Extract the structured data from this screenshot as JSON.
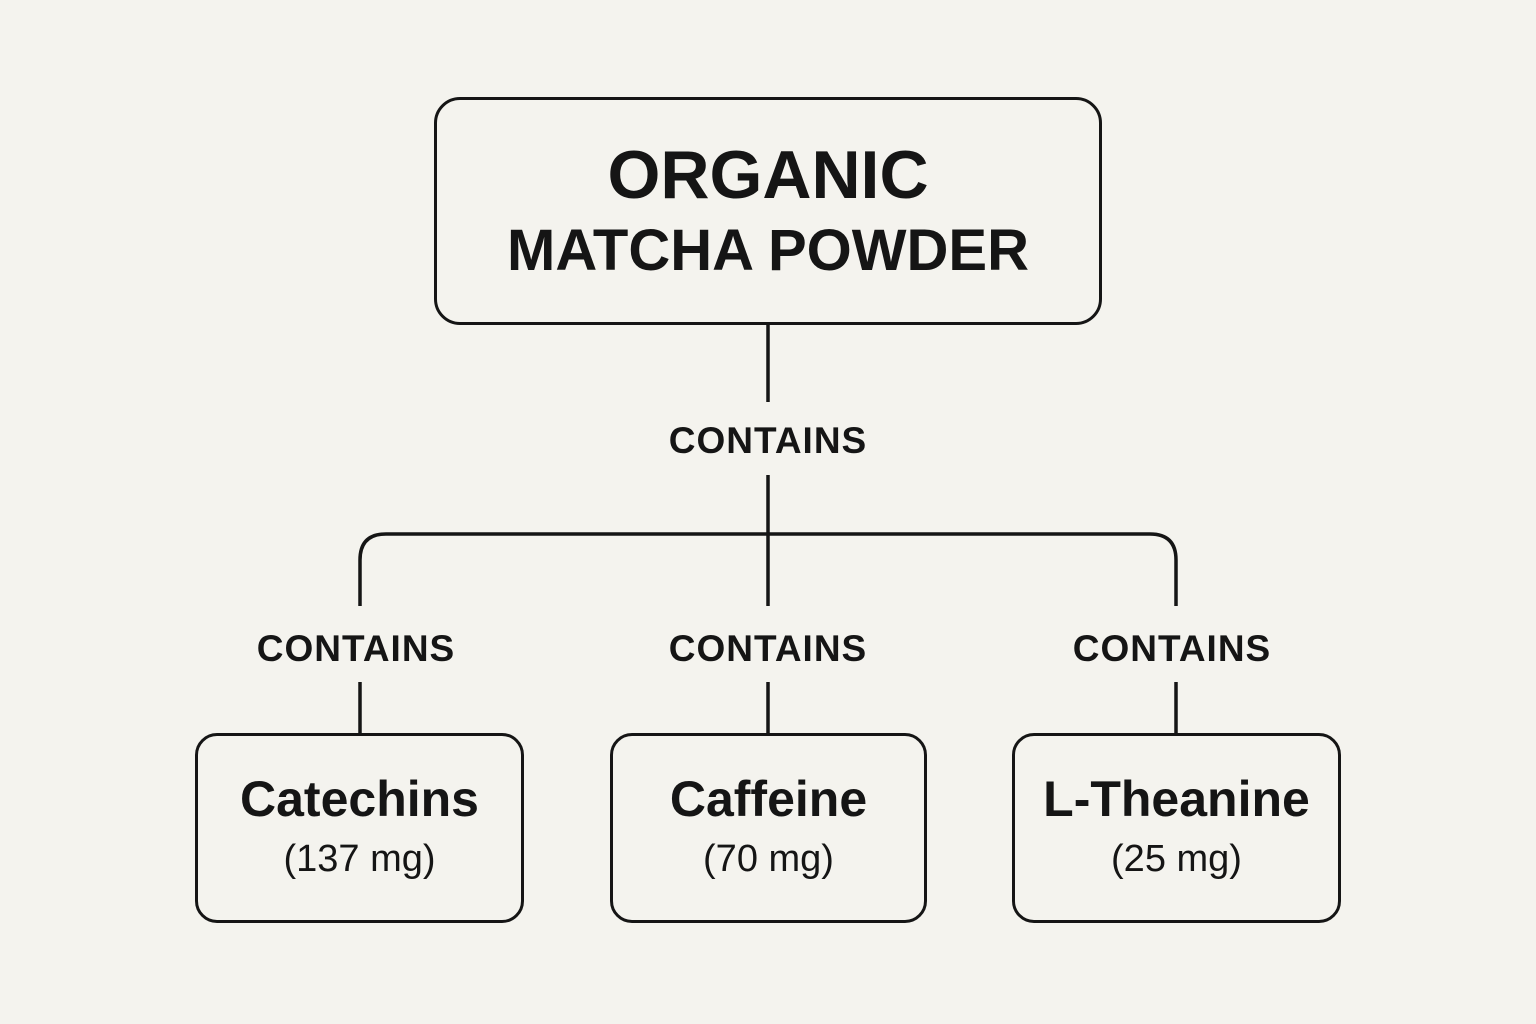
{
  "root": {
    "line1": "ORGANIC",
    "line2": "MATCHA POWDER"
  },
  "main_edge_label": "CONTAINS",
  "children": [
    {
      "edge_label": "CONTAINS",
      "name": "Catechins",
      "amount": "(137 mg)"
    },
    {
      "edge_label": "CONTAINS",
      "name": "Caffeine",
      "amount": "(70 mg)"
    },
    {
      "edge_label": "CONTAINS",
      "name": "L-Theanine",
      "amount": "(25 mg)"
    }
  ],
  "colors": {
    "background": "#f4f3ee",
    "stroke": "#151515"
  }
}
